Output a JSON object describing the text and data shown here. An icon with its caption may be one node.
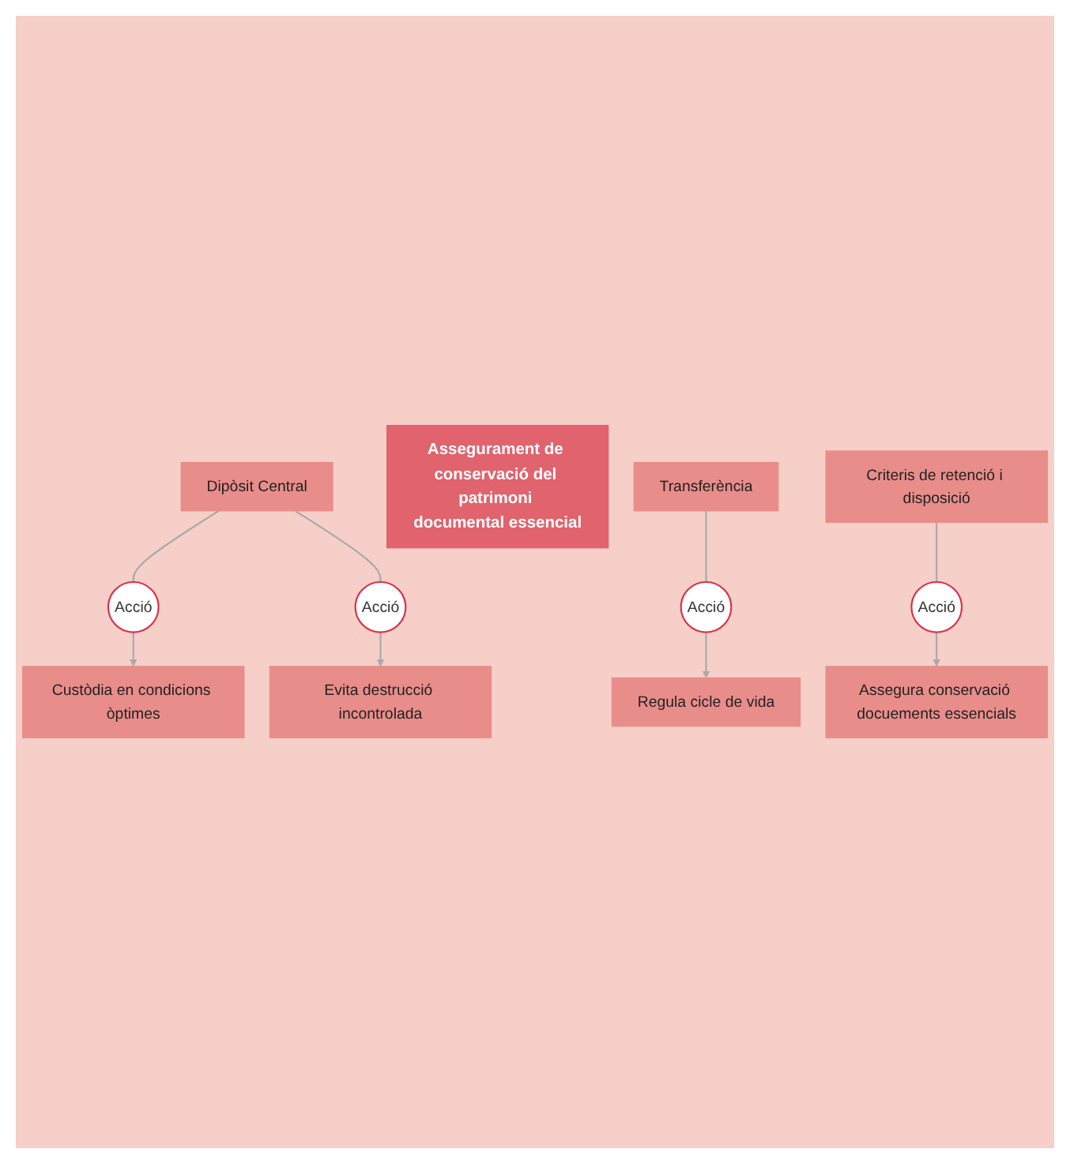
{
  "diagram": {
    "nodes": [
      {
        "text": [
          "Dipòsit Central"
        ]
      },
      {
        "text": [
          "Acció"
        ]
      },
      {
        "text": [
          "Acció"
        ]
      },
      {
        "text": [
          "Custòdia en condicions òptimes"
        ]
      },
      {
        "text": [
          "Evita destrucció incontrolada"
        ]
      },
      {
        "text": [
          "Assegurament de conservació del patrimoni documental essencial"
        ]
      },
      {
        "text": [
          "Regula cicle de vida"
        ]
      },
      {
        "text": [
          "Assegura conservació docuements essencials"
        ]
      },
      {
        "text": [
          "Acció"
        ]
      },
      {
        "text": [
          "Acció"
        ]
      },
      {
        "text": [
          "Transferència"
        ]
      },
      {
        "text": [
          "Criteris de retenció i disposició"
        ]
      }
    ],
    "edges": [
      {
        "from": 0,
        "to": 1,
        "arrow": "none"
      },
      {
        "from": 1,
        "to": 3,
        "arrow": "to"
      },
      {
        "from": 0,
        "to": 2,
        "arrow": "none"
      },
      {
        "from": 2,
        "to": 4,
        "arrow": "to"
      },
      {
        "from": 10,
        "to": 8,
        "arrow": "none"
      },
      {
        "from": 8,
        "to": 6,
        "arrow": "to"
      },
      {
        "from": 11,
        "to": 9,
        "arrow": "none"
      },
      {
        "from": 9,
        "to": 7,
        "arrow": "to"
      }
    ]
  }
}
